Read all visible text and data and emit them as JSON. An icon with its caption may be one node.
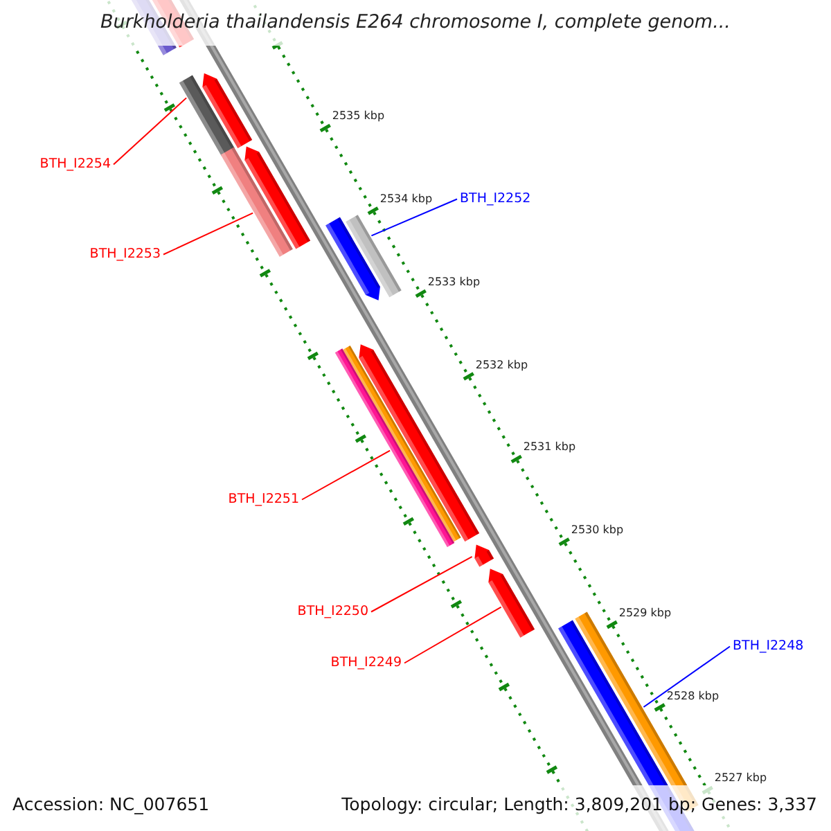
{
  "diagram": {
    "title": "Burkholderia thailandensis E264 chromosome I, complete genom...",
    "nodes": [
      {
        "text": [
          "BTH_I2254"
        ]
      },
      {
        "text": [
          "BTH_I2252"
        ]
      },
      {
        "text": [
          "BTH_I2253"
        ]
      },
      {
        "text": [
          "BTH_I2251"
        ]
      },
      {
        "text": [
          "BTH_I2250"
        ]
      },
      {
        "text": [
          "BTH_I2248"
        ]
      },
      {
        "text": [
          "BTH_I2249"
        ]
      },
      {
        "text": [],
        "shape": "bar"
      },
      {
        "text": [],
        "shape": "bar"
      },
      {
        "text": [],
        "shape": "bar"
      },
      {
        "text": [],
        "shape": "bar"
      },
      {
        "text": [],
        "shape": "bar"
      },
      {
        "text": [],
        "shape": "bar"
      },
      {
        "text": [],
        "shape": "bar"
      }
    ],
    "edges": [
      {
        "from": 0,
        "to": 7,
        "arrow": "none"
      },
      {
        "from": 2,
        "to": 8,
        "arrow": "none"
      },
      {
        "from": 1,
        "to": 9,
        "arrow": "none",
        "color": "#0000ff"
      },
      {
        "from": 3,
        "to": 10,
        "arrow": "none"
      },
      {
        "from": 4,
        "to": 11,
        "arrow": "none"
      },
      {
        "from": 6,
        "to": 12,
        "arrow": "none"
      },
      {
        "from": 5,
        "to": 13,
        "arrow": "none",
        "color": "#0000ff"
      }
    ],
    "labels": [
      "2535 kbp",
      "2534 kbp",
      "2533 kbp",
      "2532 kbp",
      "2531 kbp",
      "2530 kbp",
      "2529 kbp",
      "2528 kbp",
      "2527 kbp",
      "Accession: NC_007651",
      "Topology: circular; Length: 3,809,201 bp; Genes: 3,337"
    ]
  }
}
